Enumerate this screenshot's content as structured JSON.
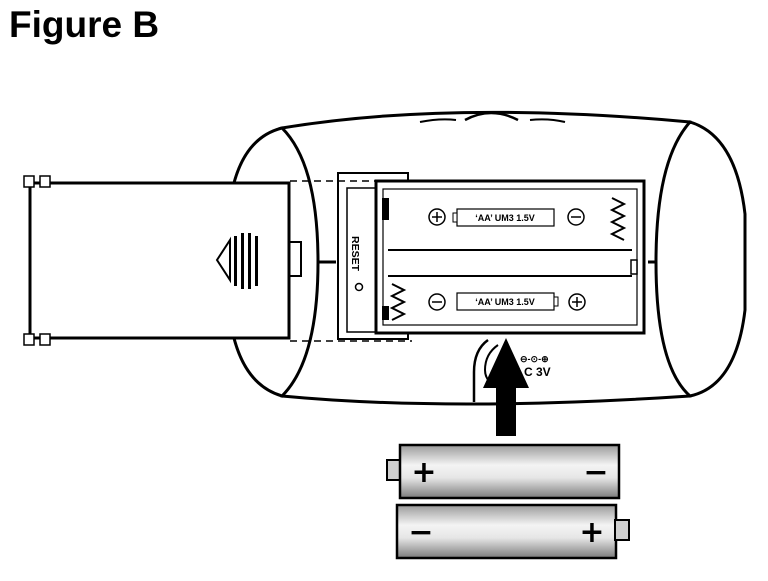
{
  "figure": {
    "title": "Figure B"
  },
  "compartment": {
    "reset_label": "RESET",
    "cells": [
      {
        "plus": "⊕",
        "label": "‘AA’ UM3 1.5V",
        "minus": "⊖"
      },
      {
        "minus": "⊖",
        "label": "‘AA’ UM3 1.5V",
        "plus": "⊕"
      }
    ]
  },
  "jack": {
    "symbols": "⊖-⊙-⊕",
    "dc_label": "C 3V"
  },
  "batteries": [
    {
      "left_sign": "+",
      "right_sign": "−"
    },
    {
      "left_sign": "−",
      "right_sign": "+"
    }
  ],
  "colors": {
    "line": "#000000",
    "battery_light": "#f2f2f2",
    "battery_dark": "#8a8a8a",
    "panel": "#ffffff"
  }
}
